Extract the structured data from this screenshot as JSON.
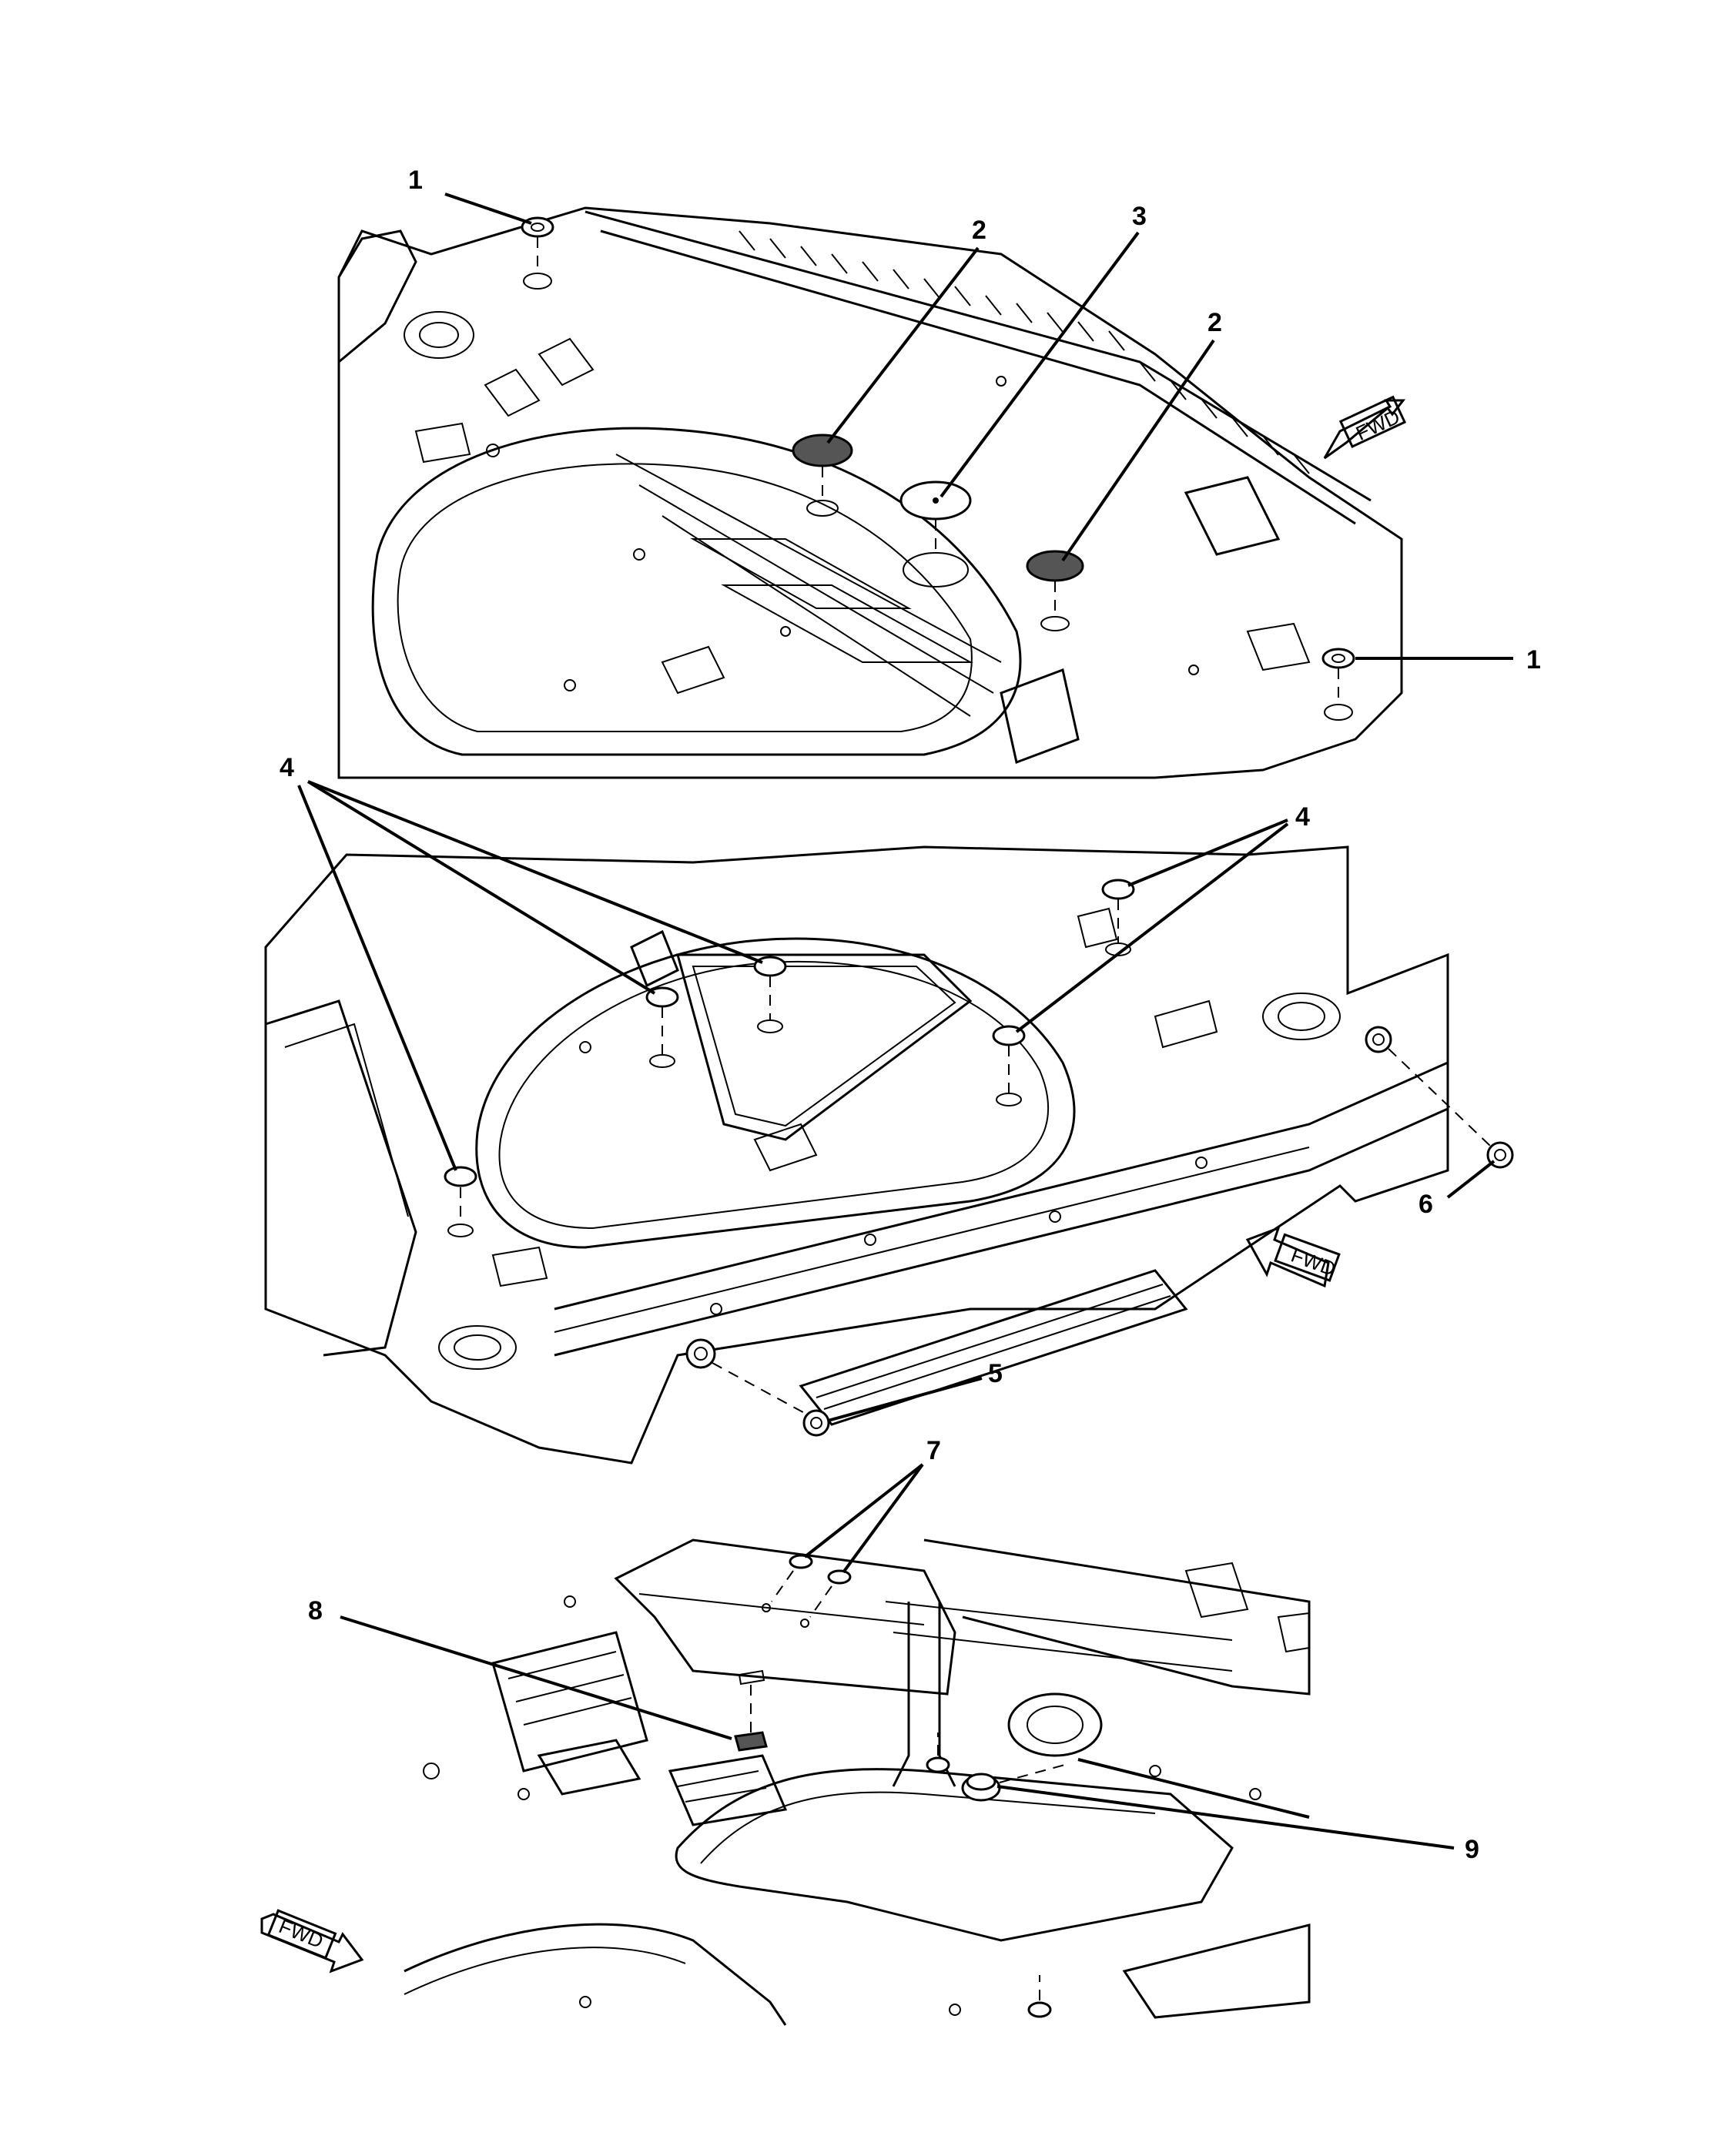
{
  "callouts": {
    "top_left_1": "1",
    "top_2a": "2",
    "top_3": "3",
    "top_2b": "2",
    "top_right_1": "1",
    "mid_4_left": "4",
    "mid_4_right": "4",
    "mid_6": "6",
    "mid_5": "5",
    "bot_7": "7",
    "bot_8": "8",
    "bot_9": "9"
  },
  "fwd_arrows": {
    "top": "FWD",
    "middle": "FWD",
    "bottom": "FWD"
  }
}
